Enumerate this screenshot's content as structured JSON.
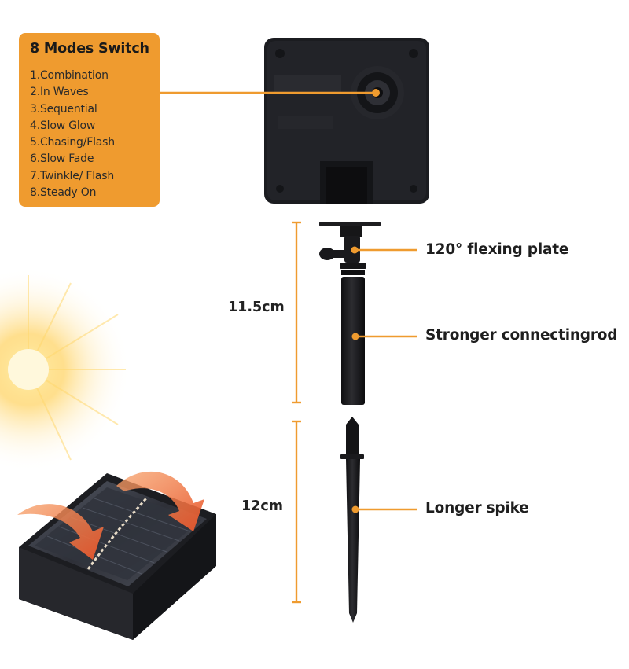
{
  "modes": {
    "title": "8 Modes Switch",
    "items": [
      "1.Combination",
      "2.In Waves",
      "3.Sequential",
      "4.Slow Glow",
      "5.Chasing/Flash",
      "6.Slow Fade",
      "7.Twinkle/ Flash",
      "8.Steady On"
    ]
  },
  "callouts": {
    "flexing_plate": "120° flexing plate",
    "connecting_rod": "Stronger connectingrod",
    "spike": "Longer spike"
  },
  "dimensions": {
    "rod_length": "11.5cm",
    "spike_length": "12cm"
  },
  "colors": {
    "accent": "#EF9B2F",
    "product": "#1c1c1e",
    "arrow": "#E8542A"
  }
}
